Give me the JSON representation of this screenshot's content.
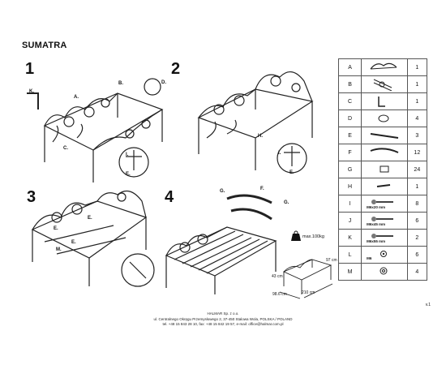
{
  "title": "SUMATRA",
  "steps": [
    {
      "num": "1",
      "labels": [
        "K.",
        "A.",
        "B.",
        "D.",
        "C.",
        "I.",
        "E."
      ]
    },
    {
      "num": "2",
      "labels": [
        "H.",
        "I.",
        "E."
      ]
    },
    {
      "num": "3",
      "labels": [
        "E.",
        "E.",
        "E.",
        "M."
      ]
    },
    {
      "num": "4",
      "labels": [
        "G.",
        "F.",
        "G."
      ]
    }
  ],
  "max_load": "max.100kg",
  "dimensions": {
    "width": "210 cm",
    "depth": "98.6 cm",
    "height": "97 cm",
    "seat": "43 cm"
  },
  "parts": [
    {
      "letter": "A",
      "qty": "1",
      "icon": "headboard-icon",
      "spec": ""
    },
    {
      "letter": "B",
      "qty": "1",
      "icon": "side-rail-icon",
      "spec": ""
    },
    {
      "letter": "C",
      "qty": "1",
      "icon": "wrench-icon",
      "spec": ""
    },
    {
      "letter": "D",
      "qty": "4",
      "icon": "cap-icon",
      "spec": ""
    },
    {
      "letter": "E",
      "qty": "3",
      "icon": "slat-bar-icon",
      "spec": ""
    },
    {
      "letter": "F",
      "qty": "12",
      "icon": "curved-slat-icon",
      "spec": ""
    },
    {
      "letter": "G",
      "qty": "24",
      "icon": "slat-holder-icon",
      "spec": ""
    },
    {
      "letter": "H",
      "qty": "1",
      "icon": "rod-icon",
      "spec": ""
    },
    {
      "letter": "I",
      "qty": "8",
      "icon": "bolt-icon",
      "spec": "M6x20 mm"
    },
    {
      "letter": "J",
      "qty": "6",
      "icon": "bolt-icon",
      "spec": "M6x45 mm"
    },
    {
      "letter": "K",
      "qty": "2",
      "icon": "bolt-icon",
      "spec": "M6x55 mm"
    },
    {
      "letter": "L",
      "qty": "6",
      "icon": "nut-icon",
      "spec": "M6"
    },
    {
      "letter": "M",
      "qty": "4",
      "icon": "washer-icon",
      "spec": ""
    }
  ],
  "version": "v.1",
  "footer": {
    "company": "HALMAR Sp. z o.o.",
    "address": "ul. Centralnego Okręgu Przemysłowego 2, 37-450 Stalowa Wola, POLSKA / POLAND",
    "contact": "tel. +48 15 843 28 10, fax: +48 15 842 19 57, e-mail: office@halmar.com.pl"
  }
}
